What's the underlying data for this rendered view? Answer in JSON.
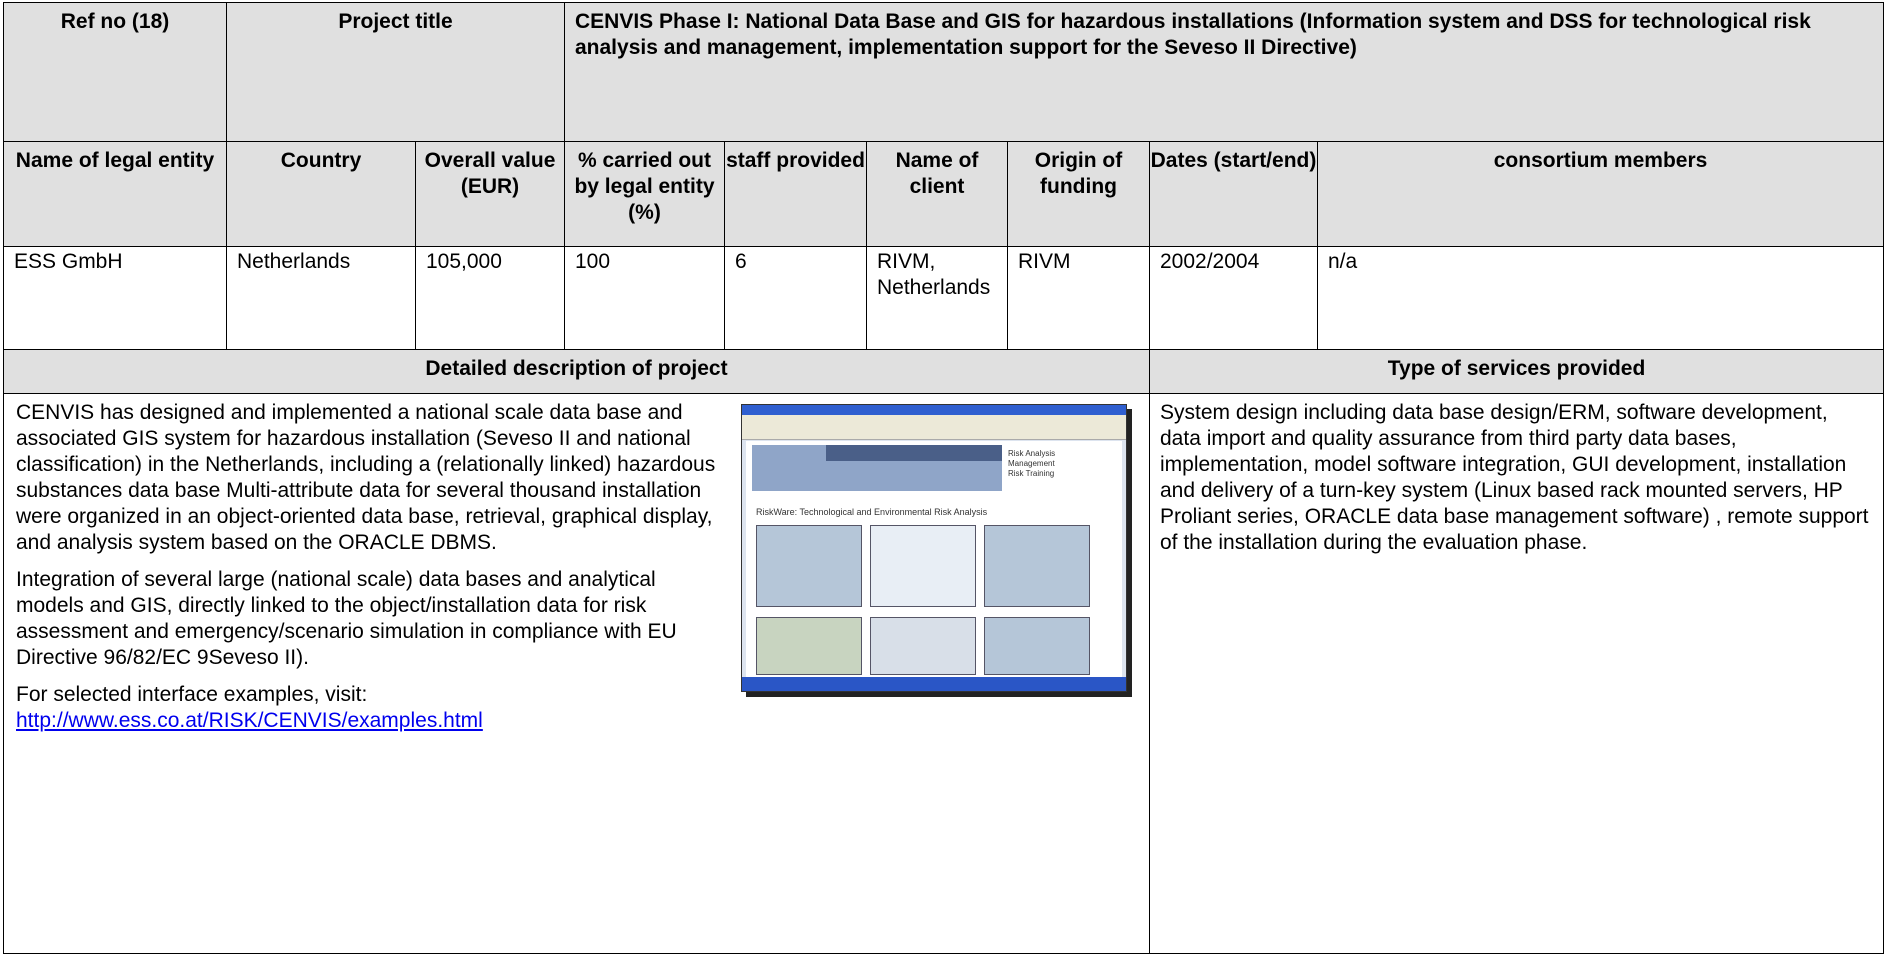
{
  "header": {
    "ref_no": "Ref no (18)",
    "project_title_label": "Project title",
    "project_title_text": "CENVIS Phase I: National Data Base and GIS for hazardous installations (Information system and DSS for technological risk analysis and management, implementation support for the Seveso II Directive)"
  },
  "columns": [
    "Name of legal entity",
    "Country",
    "Overall value (EUR)",
    "% carried out by legal entity (%)",
    "staff provided",
    "Name of client",
    "Origin of funding",
    "Dates (start/end)",
    "consortium members"
  ],
  "row": {
    "legal_entity": "ESS GmbH",
    "country": "Netherlands",
    "overall_value": "105,000",
    "percent": "100",
    "staff": "6",
    "client": "RIVM, Netherlands",
    "funding": "RIVM",
    "dates": "2002/2004",
    "consortium": "n/a"
  },
  "section_headers": {
    "description": "Detailed description of project",
    "services": "Type of services provided"
  },
  "description": {
    "para1": "CENVIS has designed and implemented a national scale data base and associated GIS system for hazardous installation (Seveso II and national classification) in the Netherlands, including a (relationally linked) hazardous substances data base Multi-attribute data for several thousand installation were organized in an object-oriented data base, retrieval, graphical display, and analysis system based on the ORACLE DBMS.",
    "para2": "Integration of several large (national scale) data bases and analytical models and GIS, directly linked to the object/installation data for risk assessment and emergency/scenario simulation in compliance with  EU  Directive  96/82/EC 9Seveso II).",
    "para3_prefix": "For selected interface examples, visit: ",
    "link": "http://www.ess.co.at/RISK/CENVIS/examples.html"
  },
  "services_text": "System design including data base design/ERM, software development, data import and quality assurance from third party data bases, implementation, model software integration, GUI development, installation and delivery of a turn-key system (Linux based rack mounted servers, HP Proliant series, ORACLE data base management software) , remote support of the installation during the evaluation phase.",
  "screenshot": {
    "side_text": [
      "Risk Analysis",
      "Management",
      "Risk Training"
    ],
    "subtitle": "RiskWare:  Technological and Environmental Risk Analysis"
  },
  "colors": {
    "header_bg": "#e0e0e0",
    "link": "#0000ee"
  }
}
